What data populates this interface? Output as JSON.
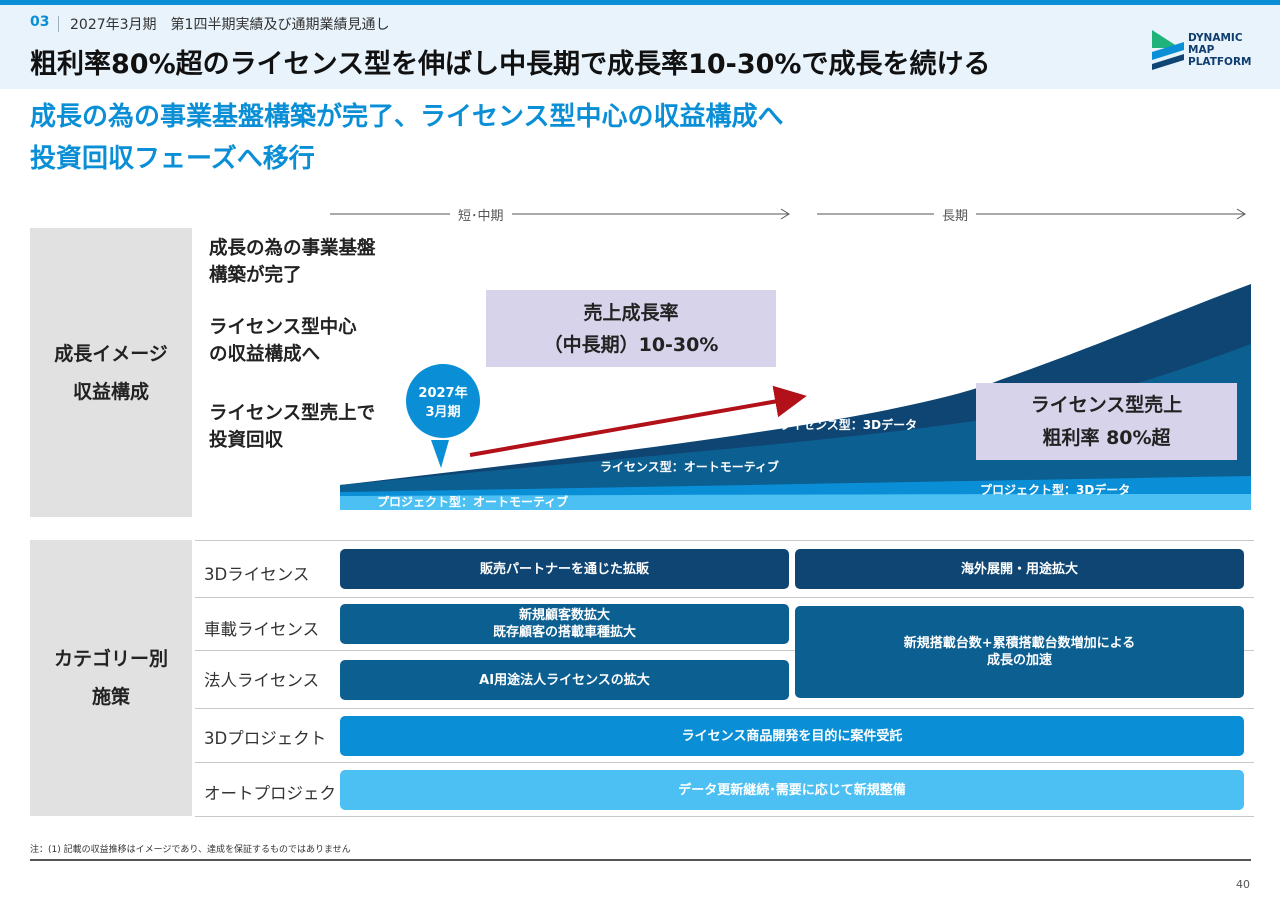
{
  "header": {
    "section_number": "03",
    "section_title": "2027年3月期　第1四半期実績及び通期業績見通し",
    "main_title": "粗利率80%超のライセンス型を伸ばし中長期で成長率10-30%で成長を続ける",
    "logo": {
      "line1": "DYNAMIC",
      "line2": "MAP",
      "line3": "PLATFORM"
    }
  },
  "subheading": {
    "line1": "成長の為の事業基盤構築が完了、ライセンス型中心の収益構成へ",
    "line2": "投資回収フェーズへ移行"
  },
  "timeline": {
    "short_mid": "短･中期",
    "long": "長期"
  },
  "growth_section": {
    "label_line1": "成長イメージ",
    "label_line2": "収益構成",
    "phases": [
      {
        "line1": "成長の為の事業基盤",
        "line2": "構築が完了"
      },
      {
        "line1": "ライセンス型中心",
        "line2": "の収益構成へ"
      },
      {
        "line1": "ライセンス型売上で",
        "line2": "投資回収"
      }
    ],
    "marker": {
      "line1": "2027年",
      "line2": "3月期"
    },
    "growth_box": {
      "line1": "売上成長率",
      "line2": "（中長期）10-30%"
    },
    "license_box": {
      "line1": "ライセンス型売上",
      "line2": "粗利率 80%超"
    },
    "layers": [
      {
        "label": "ライセンス型：3Dデータ",
        "color": "#0e4573"
      },
      {
        "label": "ライセンス型：オートモーティブ",
        "color": "#0c5f91"
      },
      {
        "label": "プロジェクト型：3Dデータ",
        "color": "#0a8fd6"
      },
      {
        "label": "プロジェクト型：オートモーティブ",
        "color": "#4cc0f3"
      }
    ]
  },
  "category_section": {
    "label_line1": "カテゴリー別",
    "label_line2": "施策",
    "categories": [
      "3Dライセンス",
      "車載ライセンス",
      "法人ライセンス",
      "3Dプロジェクト",
      "オートプロジェクト"
    ],
    "initiatives": {
      "sales_partner": "販売パートナーを通じた拡販",
      "overseas": "海外展開・用途拡大",
      "new_customers_line1": "新規顧客数拡大",
      "new_customers_line2": "既存顧客の搭載車種拡大",
      "units_line1": "新規搭載台数+累積搭載台数増加による",
      "units_line2": "成長の加速",
      "ai_corporate": "AI用途法人ライセンスの拡大",
      "license_product": "ライセンス商品開発を目的に案件受託",
      "data_update": "データ更新継続･需要に応じて新規整備"
    }
  },
  "footer": {
    "note": "注：(1) 記載の収益推移はイメージであり、達成を保証するものではありません",
    "page_number": "40"
  }
}
